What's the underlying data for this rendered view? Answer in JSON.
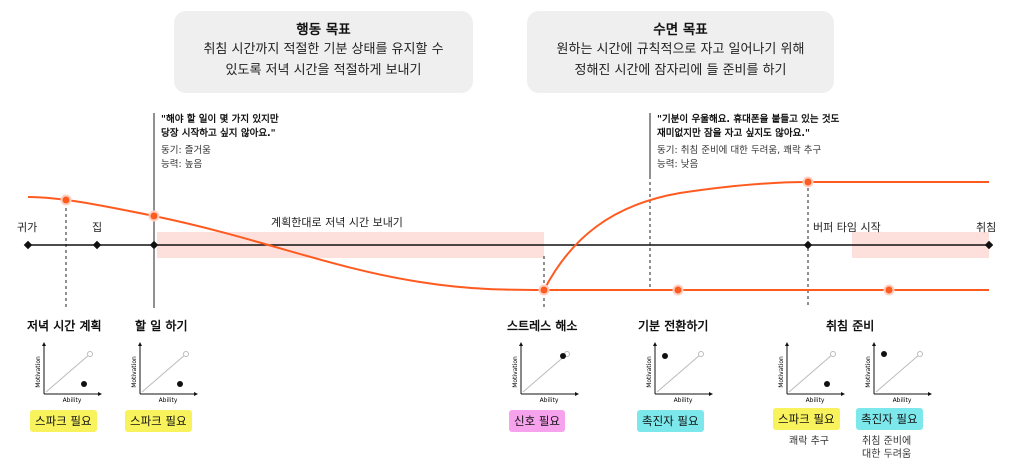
{
  "goals": {
    "behavior": {
      "title": "행동 목표",
      "line1": "취침 시간까지 적절한 기분 상태를 유지할 수",
      "line2": "있도록 저녁 시간을 적절하게 보내기"
    },
    "sleep": {
      "title": "수면 목표",
      "line1": "원하는 시간에 규칙적으로 자고 일어나기 위해",
      "line2": "정해진 시간에 잠자리에 들 준비를 하기"
    }
  },
  "quotes": {
    "left": {
      "line1": "\"해야 할 일이 몇 가지 있지만",
      "line2": "당장 시작하고 싶지 않아요.\"",
      "motivation": "동기: 즐거움",
      "ability": "능력: 높음"
    },
    "right": {
      "line1": "\"기분이 우울해요. 휴대폰을 붙들고 있는 것도",
      "line2": "재미없지만 잠을 자고 싶지도 않아요.\"",
      "motivation": "동기: 취침 준비에 대한 두려움, 쾌락 추구",
      "ability": "능력: 낮음"
    }
  },
  "timeline": {
    "home": "귀가",
    "house": "집",
    "plan_band": "계획한대로 저녁 시간 보내기",
    "buffer": "버퍼 타임 시작",
    "bed": "취침"
  },
  "milestones": {
    "m1": "저녁 시간 계획",
    "m2": "할 일 하기",
    "m3": "스트레스 해소",
    "m4": "기분 전환하기",
    "m5": "취침 준비"
  },
  "mini_chart": {
    "ylabel": "Motivation",
    "xlabel": "Ability"
  },
  "badges": {
    "b1": "스파크 필요",
    "b2": "스파크 필요",
    "b3": "신호 필요",
    "b4": "촉진자 필요",
    "b5": "스파크 필요",
    "b6": "촉진자 필요"
  },
  "notes": {
    "n1": "쾌락 추구",
    "n2_line1": "취침 준비에",
    "n2_line2": "대한 두려움"
  },
  "colors": {
    "curve": "#ff5a1f",
    "band": "#fde0db",
    "spark": "#f8f35d",
    "signal": "#f6a2ec",
    "facilitator": "#7de8ec"
  }
}
